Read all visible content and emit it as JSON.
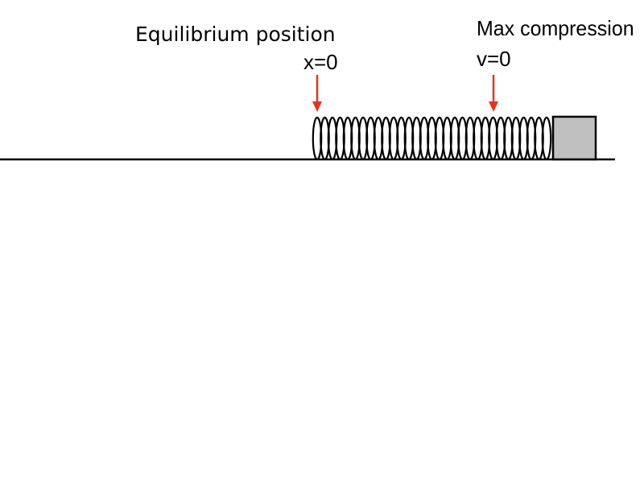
{
  "equilibrium": {
    "title": "Equilibrium position",
    "value": "x=0"
  },
  "max_compression": {
    "title": "Max compression",
    "value": "v=0"
  },
  "colors": {
    "arrow": "#e8321e",
    "block_fill": "#c0c0c0",
    "line": "#000000"
  },
  "icons": {
    "spring": "coil-spring",
    "block": "square-block"
  },
  "spring": {
    "coils": 31
  }
}
